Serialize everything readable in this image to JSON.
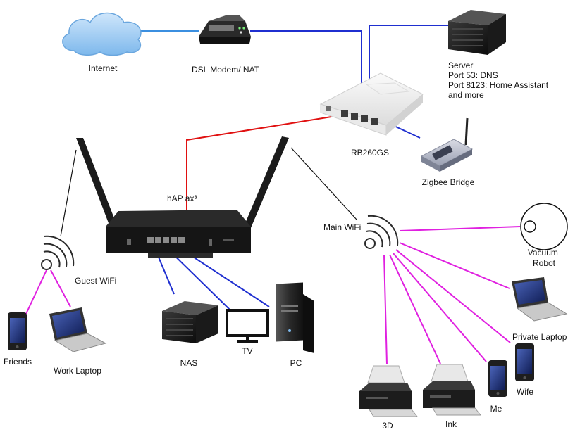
{
  "nodes": {
    "internet": {
      "label": "Internet"
    },
    "dsl_modem": {
      "label": "DSL Modem/ NAT"
    },
    "server": {
      "lines": [
        "Server",
        "Port 53: DNS",
        "Port 8123: Home Assistant",
        "and more"
      ]
    },
    "switch": {
      "label": "RB260GS"
    },
    "zigbee": {
      "label": "Zigbee Bridge"
    },
    "router": {
      "label": "hAP ax³"
    },
    "main_wifi": {
      "label": "Main WiFi"
    },
    "guest_wifi": {
      "label": "Guest WiFi"
    },
    "vacuum": {
      "lines": [
        "Vacuum",
        "Robot"
      ]
    },
    "private_laptop": {
      "label": "Private Laptop"
    },
    "friends": {
      "label": "Friends"
    },
    "work_laptop": {
      "label": "Work Laptop"
    },
    "nas": {
      "label": "NAS"
    },
    "tv": {
      "label": "TV"
    },
    "pc": {
      "label": "PC"
    },
    "printer_3d": {
      "label": "3D"
    },
    "printer_ink": {
      "label": "Ink"
    },
    "phone_me": {
      "label": "Me"
    },
    "phone_wife": {
      "label": "Wife"
    }
  },
  "colors": {
    "ethernet_blue": "#1f2fd0",
    "uplink_light_blue": "#3b8fe0",
    "trunk_red": "#e01010",
    "wifi_magenta": "#e020e0",
    "antenna_black": "#111111"
  }
}
